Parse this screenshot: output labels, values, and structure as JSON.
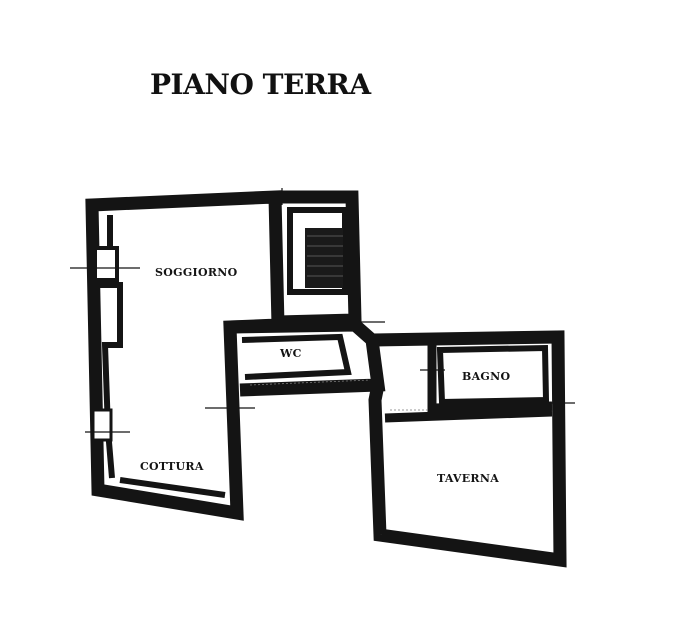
{
  "plan": {
    "title": "PIANO TERRA",
    "rooms": {
      "soggiorno": "SOGGIORNO",
      "wc": "WC",
      "bagno": "BAGNO",
      "cottura": "COTTURA",
      "taverna": "TAVERNA"
    },
    "colors": {
      "ink": "#141414",
      "paper": "#ffffff"
    }
  }
}
